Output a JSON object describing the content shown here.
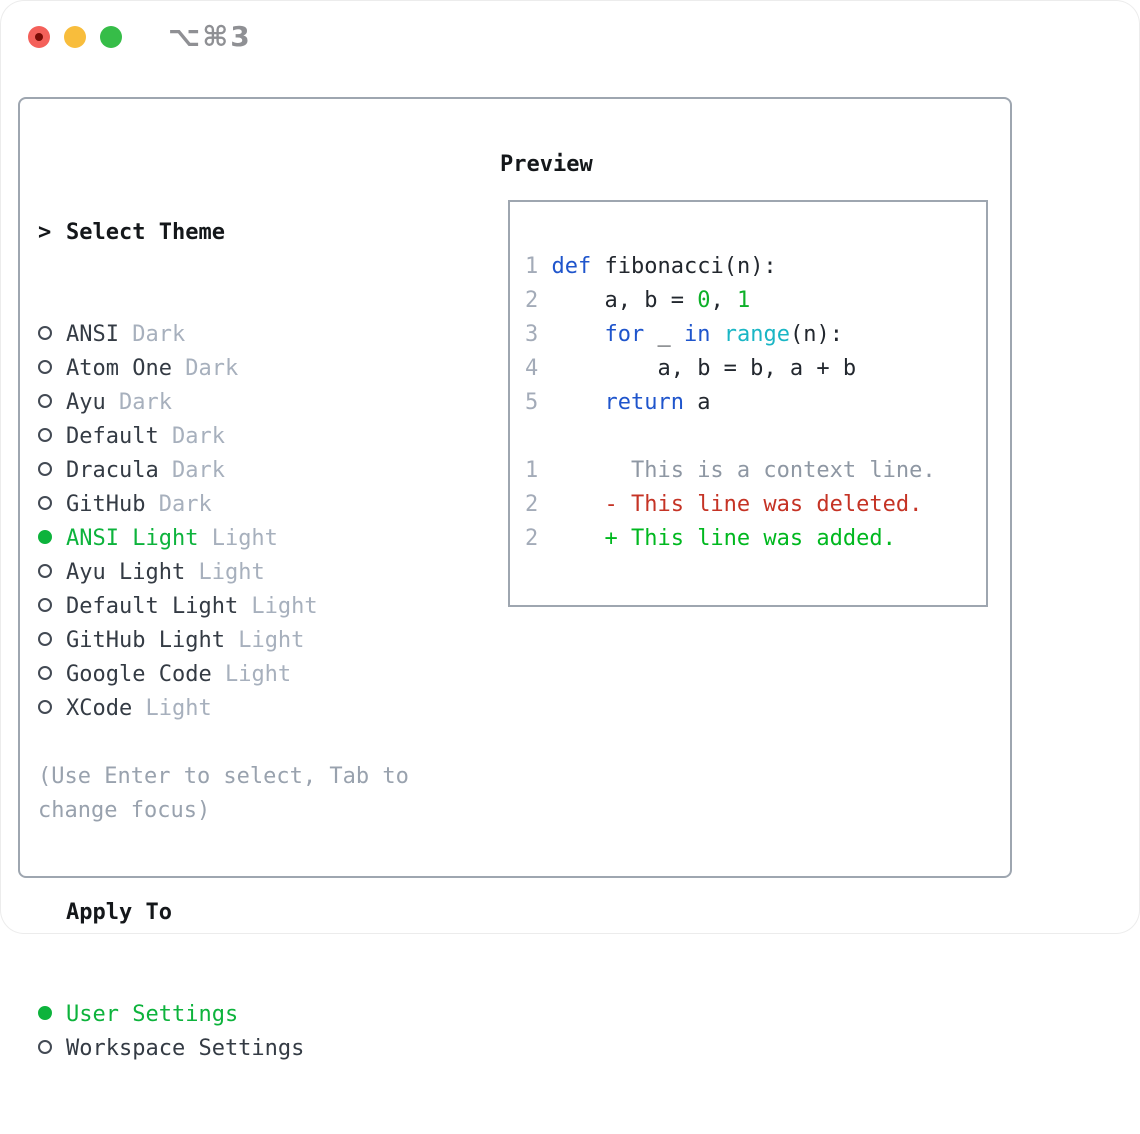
{
  "titlebar": {
    "shortcut": "⌥⌘3"
  },
  "colors": {
    "accent_green": "#0db33c",
    "keyword_blue": "#1f55cc",
    "builtin_cyan": "#1ab6c5",
    "number_green": "#0db028",
    "added_green": "#00b81f",
    "deleted_red": "#c53325",
    "context_gray": "#8e97a3",
    "lineno_gray": "#a3abb8",
    "secondary_gray": "#a7b0bd",
    "border_gray": "#9ea6b0",
    "traffic_red": "#f4605a",
    "traffic_yellow": "#f8bd3c",
    "traffic_green": "#36bd48"
  },
  "theme_panel": {
    "prompt": ">",
    "header": "Select Theme",
    "items": [
      {
        "label": "ANSI",
        "variant": "Dark",
        "selected": false
      },
      {
        "label": "Atom One",
        "variant": "Dark",
        "selected": false
      },
      {
        "label": "Ayu",
        "variant": "Dark",
        "selected": false
      },
      {
        "label": "Default",
        "variant": "Dark",
        "selected": false
      },
      {
        "label": "Dracula",
        "variant": "Dark",
        "selected": false
      },
      {
        "label": "GitHub",
        "variant": "Dark",
        "selected": false
      },
      {
        "label": "ANSI Light",
        "variant": "Light",
        "selected": true
      },
      {
        "label": "Ayu Light",
        "variant": "Light",
        "selected": false
      },
      {
        "label": "Default Light",
        "variant": "Light",
        "selected": false
      },
      {
        "label": "GitHub Light",
        "variant": "Light",
        "selected": false
      },
      {
        "label": "Google Code",
        "variant": "Light",
        "selected": false
      },
      {
        "label": "XCode",
        "variant": "Light",
        "selected": false
      }
    ],
    "apply_to": {
      "header": "Apply To",
      "options": [
        {
          "label": "User Settings",
          "selected": true
        },
        {
          "label": "Workspace Settings",
          "selected": false
        }
      ]
    },
    "hint": "(Use Enter to select, Tab to\nchange focus)"
  },
  "preview": {
    "header": "Preview",
    "lines": [
      [
        {
          "t": "1 ",
          "c": "num"
        },
        {
          "t": "def",
          "c": "kw"
        },
        {
          "t": " fibonacci(n):",
          "c": "fg"
        }
      ],
      [
        {
          "t": "2 ",
          "c": "num"
        },
        {
          "t": "    a, b = ",
          "c": "fg"
        },
        {
          "t": "0",
          "c": "green"
        },
        {
          "t": ", ",
          "c": "fg"
        },
        {
          "t": "1",
          "c": "green"
        }
      ],
      [
        {
          "t": "3 ",
          "c": "num"
        },
        {
          "t": "    ",
          "c": "fg"
        },
        {
          "t": "for",
          "c": "kw"
        },
        {
          "t": " _ ",
          "c": "fg"
        },
        {
          "t": "in",
          "c": "kw"
        },
        {
          "t": " ",
          "c": "fg"
        },
        {
          "t": "range",
          "c": "cyan"
        },
        {
          "t": "(n):",
          "c": "fg"
        }
      ],
      [
        {
          "t": "4 ",
          "c": "num"
        },
        {
          "t": "        a, b = b, a + b",
          "c": "fg"
        }
      ],
      [
        {
          "t": "5 ",
          "c": "num"
        },
        {
          "t": "    ",
          "c": "fg"
        },
        {
          "t": "return",
          "c": "kw"
        },
        {
          "t": " a",
          "c": "fg"
        }
      ],
      [],
      [
        {
          "t": "1",
          "c": "num"
        },
        {
          "t": "       This is a context line.",
          "c": "ctx"
        }
      ],
      [
        {
          "t": "2",
          "c": "num"
        },
        {
          "t": "     - This line was deleted.",
          "c": "red"
        }
      ],
      [
        {
          "t": "2",
          "c": "num"
        },
        {
          "t": "     + This line was added.",
          "c": "add"
        }
      ]
    ]
  }
}
